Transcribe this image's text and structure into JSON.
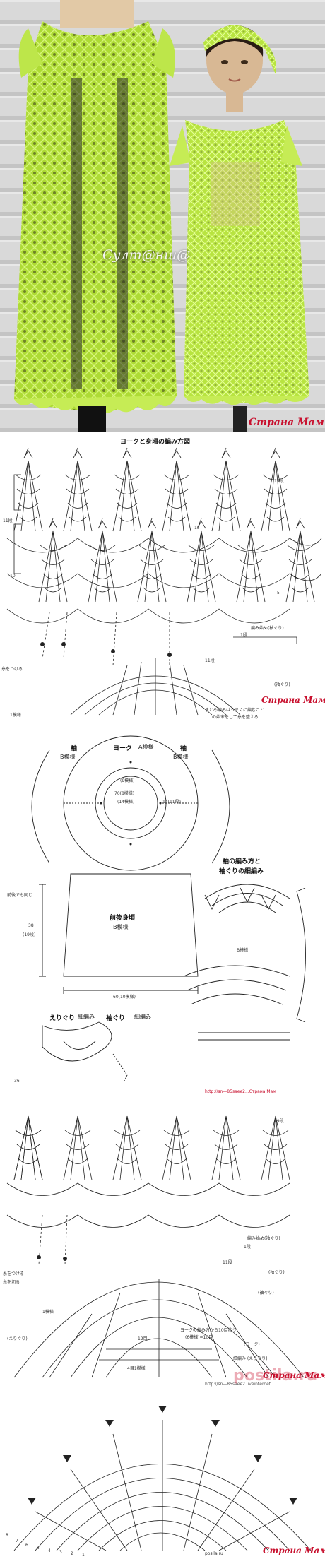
{
  "photo": {
    "watermark_center": "Султ@нш@",
    "watermark_corner": "Страна Мам",
    "dress_color": "#b5e03a",
    "wall_color": "#dcdcdc"
  },
  "yoke_chart": {
    "title": "ヨークと身頃の編み方図",
    "row_19": "19段",
    "row_15": "15",
    "row_11_left": "11段",
    "row_10": "10",
    "row_5": "5",
    "row_1": "1段",
    "row_11_bottom": "11段",
    "start_label": "編み始め(袖ぐり)",
    "pattern_label": "(袖ぐり)",
    "left_note": "糸をつける",
    "left_side": "1模様",
    "right_note_1": "まとめ編みはうまくに編むこと",
    "right_note_2": "の始末をして糸を整える",
    "watermark": "Страна Мам"
  },
  "schematic": {
    "sleeve_left": "袖",
    "sleeve_left_pattern": "B模様",
    "sleeve_right": "袖",
    "sleeve_right_pattern": "B模様",
    "yoke": "ヨーク",
    "yoke_pattern": "A模様",
    "center_1": "(9模様)",
    "center_2": "70(8模様)",
    "center_3": "(14模様)",
    "front_back": "前後身頃",
    "front_back_pattern": "B模様",
    "width_bottom": "60(10模様)",
    "length": "38",
    "length_pattern": "(19段)",
    "left_note": "前後でも同じ",
    "label_14": "14(11段)",
    "collar_label": "えりぐり",
    "collar_pattern": "細編み",
    "armhole_label": "袖ぐり",
    "armhole_pattern": "細編み",
    "sleeve_chart_title_1": "袖の編み方と",
    "sleeve_chart_title_2": "袖ぐりの細編み",
    "b_pattern": "B模様",
    "page_number": "36",
    "url": "http://sn—85saee2...Страна Мам"
  },
  "chart3": {
    "row_19": "19段",
    "row_11_right": "11段",
    "row_1": "1段",
    "start_label": "編み始め(袖ぐり)",
    "pattern_label": "(袖ぐり)",
    "left_note_1": "糸をつける",
    "left_note_2": "糸を切る",
    "left_pattern": "1模様",
    "bottom_label_1": "12目",
    "bottom_label_2": "4目1模様",
    "bottom_note": "ヨークの編み方から10目拾う",
    "bottom_note_2": "(6模様)=10目",
    "right_label": "(ヨーク)",
    "pattern_right": "(袖ぐり)",
    "collar": "(えりぐり)",
    "bottom_right": "細編み (えりぐり)",
    "url": "http://sn—85saee2 liveinternet...",
    "watermark": "Страна Мам"
  },
  "chart4": {
    "rows": [
      "8",
      "7",
      "6",
      "5",
      "4",
      "3",
      "2",
      "1"
    ],
    "footer_site": "posila.ru",
    "watermark": "Страна Мам"
  },
  "site_watermark": "postila.ru"
}
